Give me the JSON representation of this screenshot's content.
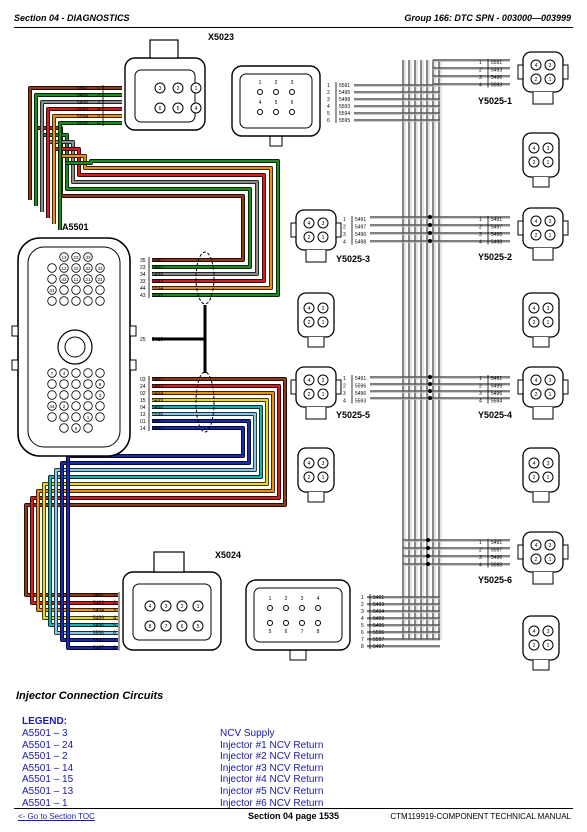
{
  "header": {
    "section": "Section 04 - DIAGNOSTICS",
    "group": "Group 166: DTC SPN - 003000—003999"
  },
  "connectors": {
    "a5501": {
      "label": "A5501",
      "upper_pins": [
        "35",
        "23",
        "34",
        "33",
        "44",
        "43"
      ],
      "upper_wires": [
        "5591",
        "5495",
        "5498",
        "5593",
        "5594",
        "5595"
      ],
      "middle_pin": "25",
      "middle_wire": "5410",
      "lower_pins": [
        "03",
        "24",
        "02",
        "15",
        "04",
        "13",
        "01",
        "14"
      ],
      "lower_wires": [
        "5491",
        "5493",
        "5494",
        "5499",
        "5496",
        "5596",
        "5597",
        "5497"
      ],
      "face_pins": [
        "13",
        "23",
        "33",
        "43",
        "12",
        "22",
        "32",
        "42",
        "11",
        "21",
        "31",
        "41",
        "7",
        "4",
        "8",
        "3",
        "44",
        "2",
        "1",
        "6"
      ]
    },
    "x5023": {
      "label": "X5023",
      "wires": [
        "5591",
        "5495",
        "5498",
        "5593",
        "5594",
        "5595"
      ],
      "pins": [
        "1",
        "2",
        "3",
        "4",
        "5",
        "6"
      ],
      "face_pins": [
        "3",
        "2",
        "1",
        "6",
        "5",
        "4"
      ],
      "side_face_pins": [
        "1",
        "2",
        "3",
        "4",
        "5",
        "6"
      ]
    },
    "x5024": {
      "label": "X5024",
      "wires": [
        "5491",
        "5493",
        "5494",
        "5499",
        "5496",
        "5596",
        "5597",
        "5497"
      ],
      "pins": [
        "1",
        "2",
        "3",
        "4",
        "5",
        "6",
        "7",
        "8"
      ],
      "face_pins": [
        "4",
        "3",
        "2",
        "1",
        "8",
        "7",
        "6",
        "5"
      ],
      "side_face_pins": [
        "1",
        "2",
        "3",
        "4",
        "5",
        "6",
        "7",
        "8"
      ]
    },
    "right_bus": {
      "wires": [
        "5591",
        "5495",
        "5498",
        "5593",
        "5594",
        "5595"
      ],
      "pins": [
        "1",
        "2",
        "3",
        "4",
        "5",
        "6"
      ]
    },
    "bottom_bus": {
      "wires": [
        "5491",
        "5493",
        "5494",
        "5499",
        "5496",
        "5596",
        "5597",
        "5497"
      ],
      "pins": [
        "1",
        "2",
        "3",
        "4",
        "5",
        "6",
        "7",
        "8"
      ]
    },
    "injectors": [
      {
        "label": "Y5025-1",
        "wires": [
          "5591",
          "5493",
          "5496",
          "5593"
        ],
        "pins": [
          "1",
          "2",
          "3",
          "4"
        ]
      },
      {
        "label": "Y5025-2",
        "wires": [
          "5491",
          "5497",
          "5496",
          "5498"
        ],
        "pins": [
          "1",
          "2",
          "3",
          "4"
        ]
      },
      {
        "label": "Y5025-3",
        "wires": [
          "5491",
          "5497",
          "5496",
          "5498"
        ],
        "pins": [
          "1",
          "2",
          "3",
          "4"
        ]
      },
      {
        "label": "Y5025-4",
        "wires": [
          "5491",
          "5499",
          "5496",
          "5594"
        ],
        "pins": [
          "1",
          "2",
          "3",
          "4"
        ]
      },
      {
        "label": "Y5025-5",
        "wires": [
          "5491",
          "5596",
          "5496",
          "5593"
        ],
        "pins": [
          "1",
          "2",
          "3",
          "4"
        ]
      },
      {
        "label": "Y5025-6",
        "wires": [
          "5491",
          "5597",
          "5496",
          "5595"
        ],
        "pins": [
          "1",
          "2",
          "3",
          "4"
        ]
      }
    ],
    "injector_face_pins": [
      "4",
      "3",
      "2",
      "1"
    ],
    "plug_face_pins": [
      "4",
      "3",
      "2",
      "1"
    ]
  },
  "colors": {
    "brown": "#8b3a1a",
    "green": "#1e8c1e",
    "gray": "#8c8c8c",
    "red": "#d02020",
    "orange": "#e8901a",
    "yellow": "#e8d820",
    "teal": "#20b0b0",
    "lightblue": "#88c8e8",
    "blue": "#1a2aa8",
    "black": "#000000"
  },
  "caption": "Injector Connection Circuits",
  "legend": {
    "title": "LEGEND:",
    "rows": [
      {
        "pin": "A5501 – 3",
        "desc": "NCV Supply"
      },
      {
        "pin": "A5501 – 24",
        "desc": "Injector #1 NCV Return"
      },
      {
        "pin": "A5501 – 2",
        "desc": "Injector #2 NCV Return"
      },
      {
        "pin": "A5501 – 14",
        "desc": "Injector #3 NCV Return"
      },
      {
        "pin": "A5501 – 15",
        "desc": "Injector #4 NCV Return"
      },
      {
        "pin": "A5501 – 13",
        "desc": "Injector #5 NCV Return"
      },
      {
        "pin": "A5501 – 1",
        "desc": "Injector #6 NCV Return"
      }
    ]
  },
  "footer": {
    "toc_link": "<- Go to Section TOC",
    "page": "Section 04 page 1535",
    "manual": "CTM119919-COMPONENT TECHNICAL MANUAL"
  }
}
